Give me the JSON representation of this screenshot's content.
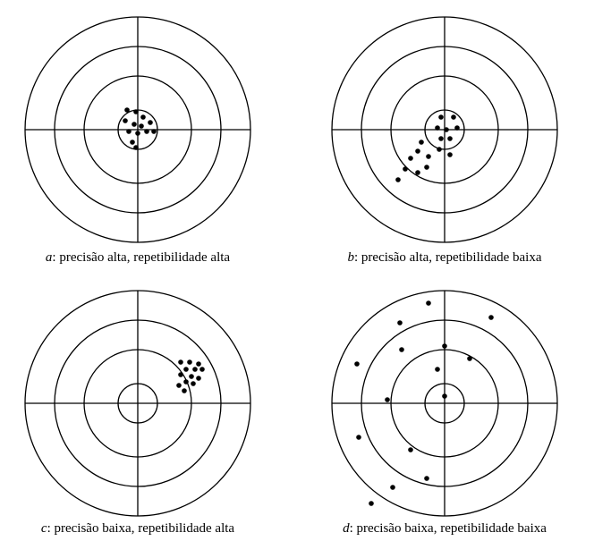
{
  "panels": [
    {
      "id": "a",
      "letter": "a",
      "caption": ": precisão alta, repetibilidade alta",
      "hits": [
        [
          -12,
          -22
        ],
        [
          -2,
          -20
        ],
        [
          6,
          -14
        ],
        [
          -14,
          -10
        ],
        [
          -4,
          -6
        ],
        [
          4,
          -4
        ],
        [
          14,
          -8
        ],
        [
          -10,
          2
        ],
        [
          0,
          4
        ],
        [
          10,
          2
        ],
        [
          18,
          2
        ],
        [
          -6,
          14
        ],
        [
          -2,
          20
        ]
      ]
    },
    {
      "id": "b",
      "letter": "b",
      "caption": ": precisão alta, repetibilidade baixa",
      "hits": [
        [
          -4,
          -14
        ],
        [
          10,
          -14
        ],
        [
          -8,
          -2
        ],
        [
          2,
          0
        ],
        [
          14,
          -2
        ],
        [
          -4,
          10
        ],
        [
          6,
          10
        ],
        [
          -26,
          14
        ],
        [
          -6,
          22
        ],
        [
          6,
          28
        ],
        [
          -18,
          30
        ],
        [
          -30,
          24
        ],
        [
          -38,
          32
        ],
        [
          -20,
          42
        ],
        [
          -44,
          44
        ],
        [
          -30,
          48
        ],
        [
          -52,
          56
        ]
      ]
    },
    {
      "id": "c",
      "letter": "c",
      "caption": ": precisão baixa, repetibilidade alta",
      "hits": [
        [
          48,
          -46
        ],
        [
          58,
          -46
        ],
        [
          68,
          -44
        ],
        [
          54,
          -38
        ],
        [
          64,
          -38
        ],
        [
          72,
          -38
        ],
        [
          48,
          -32
        ],
        [
          60,
          -30
        ],
        [
          68,
          -28
        ],
        [
          54,
          -24
        ],
        [
          62,
          -22
        ],
        [
          46,
          -20
        ],
        [
          52,
          -14
        ]
      ]
    },
    {
      "id": "d",
      "letter": "d",
      "caption": ": precisão baixa, repetibilidade baixa",
      "hits": [
        [
          -18,
          -112
        ],
        [
          52,
          -96
        ],
        [
          -50,
          -90
        ],
        [
          0,
          -64
        ],
        [
          -48,
          -60
        ],
        [
          28,
          -50
        ],
        [
          -98,
          -44
        ],
        [
          -8,
          -38
        ],
        [
          -64,
          -4
        ],
        [
          0,
          -8
        ],
        [
          -96,
          38
        ],
        [
          -38,
          52
        ],
        [
          -20,
          84
        ],
        [
          -58,
          94
        ],
        [
          -82,
          112
        ]
      ]
    }
  ]
}
